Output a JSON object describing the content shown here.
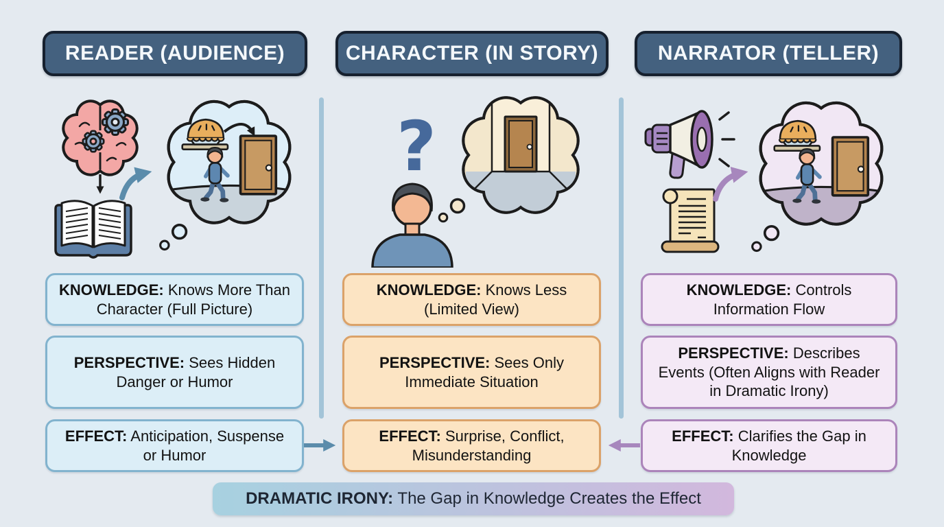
{
  "columns": [
    {
      "id": "reader",
      "header": "READER (AUDIENCE)",
      "boxes": [
        {
          "label": "KNOWLEDGE:",
          "text": "Knows More Than Character (Full Picture)"
        },
        {
          "label": "PERSPECTIVE:",
          "text": "Sees Hidden Danger or Humor"
        },
        {
          "label": "EFFECT:",
          "text": "Anticipation, Suspense or Humor"
        }
      ],
      "icons": [
        "brain-gears-icon",
        "down-arrow-icon",
        "open-book-icon",
        "curved-arrow-icon",
        "thought-bubble-pie-door-walker"
      ]
    },
    {
      "id": "character",
      "header": "CHARACTER (IN STORY)",
      "boxes": [
        {
          "label": "KNOWLEDGE:",
          "text": "Knows Less (Limited View)"
        },
        {
          "label": "PERSPECTIVE:",
          "text": "Sees Only Immediate Situation"
        },
        {
          "label": "EFFECT:",
          "text": "Surprise, Conflict, Misunderstanding"
        }
      ],
      "icons": [
        "question-mark-icon",
        "person-bust-icon",
        "thought-bubble-door"
      ]
    },
    {
      "id": "narrator",
      "header": "NARRATOR (TELLER)",
      "boxes": [
        {
          "label": "KNOWLEDGE:",
          "text": "Controls Information Flow"
        },
        {
          "label": "PERSPECTIVE:",
          "text": "Describes Events (Often Aligns with Reader in Dramatic Irony)"
        },
        {
          "label": "EFFECT:",
          "text": "Clarifies the Gap in Knowledge"
        }
      ],
      "icons": [
        "megaphone-icon",
        "scroll-icon",
        "curved-arrow-icon",
        "thought-bubble-pie-door-walker"
      ]
    }
  ],
  "banner": {
    "label": "DRAMATIC IRONY:",
    "text": "The Gap in Knowledge Creates the Effect"
  },
  "colors": {
    "background": "#e4eaf0",
    "header_fill": "#44617f",
    "header_border": "#16202e",
    "header_text": "#f4f8fb",
    "reader_accent": "#82b3ce",
    "reader_fill": "#dceef7",
    "character_accent": "#dba269",
    "character_fill": "#fce4c3",
    "narrator_accent": "#ab84ba",
    "narrator_fill": "#f4e9f6",
    "divider": "#a3c4d8",
    "arrow_blue": "#5b8cab",
    "arrow_purple": "#a787bd",
    "banner_gradient_left": "#a7d1e0",
    "banner_gradient_right": "#d2b8dd"
  }
}
